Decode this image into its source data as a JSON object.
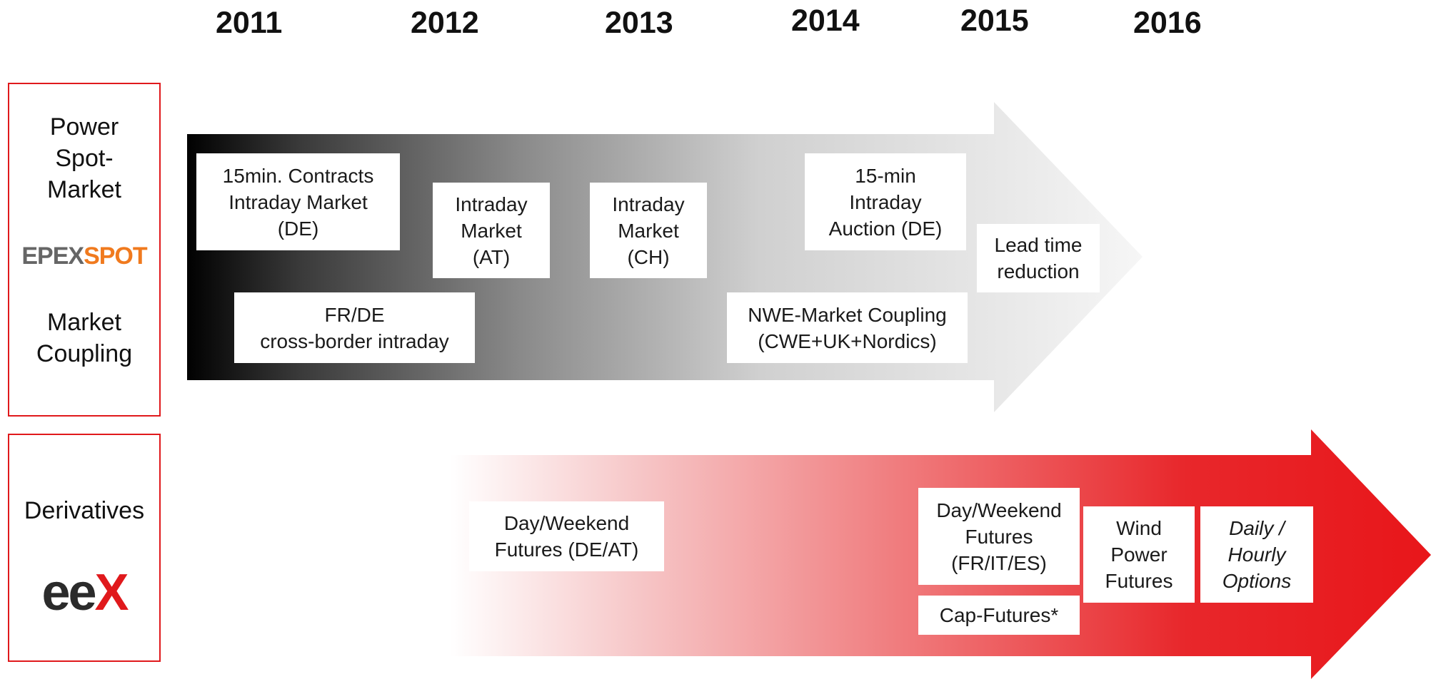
{
  "years": [
    "2011",
    "2012",
    "2013",
    "2014",
    "2015",
    "2016"
  ],
  "spot_panel": {
    "title_lines": [
      "Power",
      "Spot-",
      "Market"
    ],
    "logo": {
      "part1": "EPEX",
      "part2": "SPOT"
    },
    "subtitle_lines": [
      "Market",
      "Coupling"
    ]
  },
  "derivatives_panel": {
    "title": "Derivatives",
    "logo": {
      "part1": "ee",
      "part2": "X"
    }
  },
  "spot_boxes": [
    {
      "lines": [
        "15min. Contracts",
        "Intraday Market",
        "(DE)"
      ]
    },
    {
      "lines": [
        "Intraday",
        "Market",
        "(AT)"
      ]
    },
    {
      "lines": [
        "Intraday",
        "Market",
        "(CH)"
      ]
    },
    {
      "lines": [
        "15-min",
        "Intraday",
        "Auction (DE)"
      ]
    },
    {
      "lines": [
        "Lead time",
        "reduction"
      ]
    },
    {
      "lines": [
        "FR/DE",
        "cross-border intraday"
      ]
    },
    {
      "lines": [
        "NWE-Market Coupling",
        "(CWE+UK+Nordics)"
      ]
    }
  ],
  "derivative_boxes": [
    {
      "lines": [
        "Day/Weekend",
        "Futures (DE/AT)"
      ]
    },
    {
      "lines": [
        "Day/Weekend",
        "Futures",
        "(FR/IT/ES)"
      ]
    },
    {
      "lines": [
        "Cap-Futures*"
      ]
    },
    {
      "lines": [
        "Wind",
        "Power",
        "Futures"
      ]
    },
    {
      "lines": [
        "Daily /",
        "Hourly",
        "Options"
      ]
    }
  ],
  "colors": {
    "accent_red": "#e0191c",
    "spot_arrow_start": "#000000",
    "spot_arrow_end": "#f4f4f4",
    "deriv_arrow_start": "#ffffff",
    "deriv_arrow_end": "#e8161a",
    "epex_orange": "#f07a1e"
  }
}
